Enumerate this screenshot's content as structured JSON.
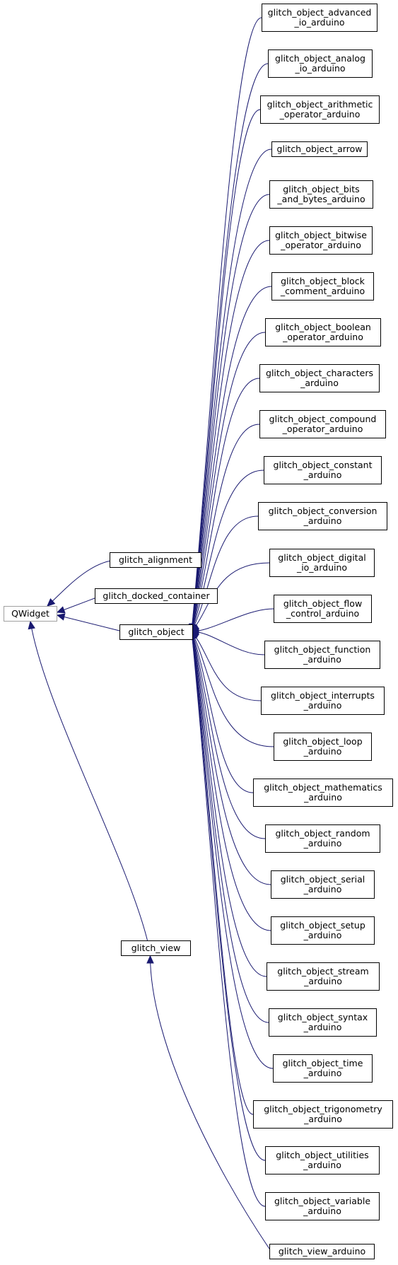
{
  "diagram": {
    "edge_color": "#191970",
    "nodes": [
      {
        "id": "qwidget",
        "lines": [
          "QWidget"
        ],
        "border": "#a0a0a0"
      },
      {
        "id": "glitch_alignment",
        "lines": [
          "glitch_alignment"
        ]
      },
      {
        "id": "glitch_docked_container",
        "lines": [
          "glitch_docked_container"
        ]
      },
      {
        "id": "glitch_object",
        "lines": [
          "glitch_object"
        ]
      },
      {
        "id": "glitch_view",
        "lines": [
          "glitch_view"
        ]
      },
      {
        "id": "advanced_io",
        "lines": [
          "glitch_object_advanced",
          "_io_arduino"
        ]
      },
      {
        "id": "analog_io",
        "lines": [
          "glitch_object_analog",
          "_io_arduino"
        ]
      },
      {
        "id": "arithmetic",
        "lines": [
          "glitch_object_arithmetic",
          "_operator_arduino"
        ]
      },
      {
        "id": "arrow",
        "lines": [
          "glitch_object_arrow"
        ]
      },
      {
        "id": "bits_bytes",
        "lines": [
          "glitch_object_bits",
          "_and_bytes_arduino"
        ]
      },
      {
        "id": "bitwise",
        "lines": [
          "glitch_object_bitwise",
          "_operator_arduino"
        ]
      },
      {
        "id": "block_comment",
        "lines": [
          "glitch_object_block",
          "_comment_arduino"
        ]
      },
      {
        "id": "boolean",
        "lines": [
          "glitch_object_boolean",
          "_operator_arduino"
        ]
      },
      {
        "id": "characters",
        "lines": [
          "glitch_object_characters",
          "_arduino"
        ]
      },
      {
        "id": "compound",
        "lines": [
          "glitch_object_compound",
          "_operator_arduino"
        ]
      },
      {
        "id": "constant",
        "lines": [
          "glitch_object_constant",
          "_arduino"
        ]
      },
      {
        "id": "conversion",
        "lines": [
          "glitch_object_conversion",
          "_arduino"
        ]
      },
      {
        "id": "digital_io",
        "lines": [
          "glitch_object_digital",
          "_io_arduino"
        ]
      },
      {
        "id": "flow_control",
        "lines": [
          "glitch_object_flow",
          "_control_arduino"
        ]
      },
      {
        "id": "function",
        "lines": [
          "glitch_object_function",
          "_arduino"
        ]
      },
      {
        "id": "interrupts",
        "lines": [
          "glitch_object_interrupts",
          "_arduino"
        ]
      },
      {
        "id": "loop",
        "lines": [
          "glitch_object_loop",
          "_arduino"
        ]
      },
      {
        "id": "mathematics",
        "lines": [
          "glitch_object_mathematics",
          "_arduino"
        ]
      },
      {
        "id": "random",
        "lines": [
          "glitch_object_random",
          "_arduino"
        ]
      },
      {
        "id": "serial",
        "lines": [
          "glitch_object_serial",
          "_arduino"
        ]
      },
      {
        "id": "setup",
        "lines": [
          "glitch_object_setup",
          "_arduino"
        ]
      },
      {
        "id": "stream",
        "lines": [
          "glitch_object_stream",
          "_arduino"
        ]
      },
      {
        "id": "syntax",
        "lines": [
          "glitch_object_syntax",
          "_arduino"
        ]
      },
      {
        "id": "time",
        "lines": [
          "glitch_object_time",
          "_arduino"
        ]
      },
      {
        "id": "trigonometry",
        "lines": [
          "glitch_object_trigonometry",
          "_arduino"
        ]
      },
      {
        "id": "utilities",
        "lines": [
          "glitch_object_utilities",
          "_arduino"
        ]
      },
      {
        "id": "variable",
        "lines": [
          "glitch_object_variable",
          "_arduino"
        ]
      },
      {
        "id": "view_arduino",
        "lines": [
          "glitch_view_arduino"
        ]
      }
    ],
    "edges": [
      {
        "from": "glitch_alignment",
        "to": "qwidget"
      },
      {
        "from": "glitch_docked_container",
        "to": "qwidget"
      },
      {
        "from": "glitch_object",
        "to": "qwidget"
      },
      {
        "from": "glitch_view",
        "to": "qwidget"
      },
      {
        "from": "advanced_io",
        "to": "glitch_object"
      },
      {
        "from": "analog_io",
        "to": "glitch_object"
      },
      {
        "from": "arithmetic",
        "to": "glitch_object"
      },
      {
        "from": "arrow",
        "to": "glitch_object"
      },
      {
        "from": "bits_bytes",
        "to": "glitch_object"
      },
      {
        "from": "bitwise",
        "to": "glitch_object"
      },
      {
        "from": "block_comment",
        "to": "glitch_object"
      },
      {
        "from": "boolean",
        "to": "glitch_object"
      },
      {
        "from": "characters",
        "to": "glitch_object"
      },
      {
        "from": "compound",
        "to": "glitch_object"
      },
      {
        "from": "constant",
        "to": "glitch_object"
      },
      {
        "from": "conversion",
        "to": "glitch_object"
      },
      {
        "from": "digital_io",
        "to": "glitch_object"
      },
      {
        "from": "flow_control",
        "to": "glitch_object"
      },
      {
        "from": "function",
        "to": "glitch_object"
      },
      {
        "from": "interrupts",
        "to": "glitch_object"
      },
      {
        "from": "loop",
        "to": "glitch_object"
      },
      {
        "from": "mathematics",
        "to": "glitch_object"
      },
      {
        "from": "random",
        "to": "glitch_object"
      },
      {
        "from": "serial",
        "to": "glitch_object"
      },
      {
        "from": "setup",
        "to": "glitch_object"
      },
      {
        "from": "stream",
        "to": "glitch_object"
      },
      {
        "from": "syntax",
        "to": "glitch_object"
      },
      {
        "from": "time",
        "to": "glitch_object"
      },
      {
        "from": "trigonometry",
        "to": "glitch_object"
      },
      {
        "from": "utilities",
        "to": "glitch_object"
      },
      {
        "from": "variable",
        "to": "glitch_object"
      },
      {
        "from": "view_arduino",
        "to": "glitch_view"
      }
    ]
  }
}
